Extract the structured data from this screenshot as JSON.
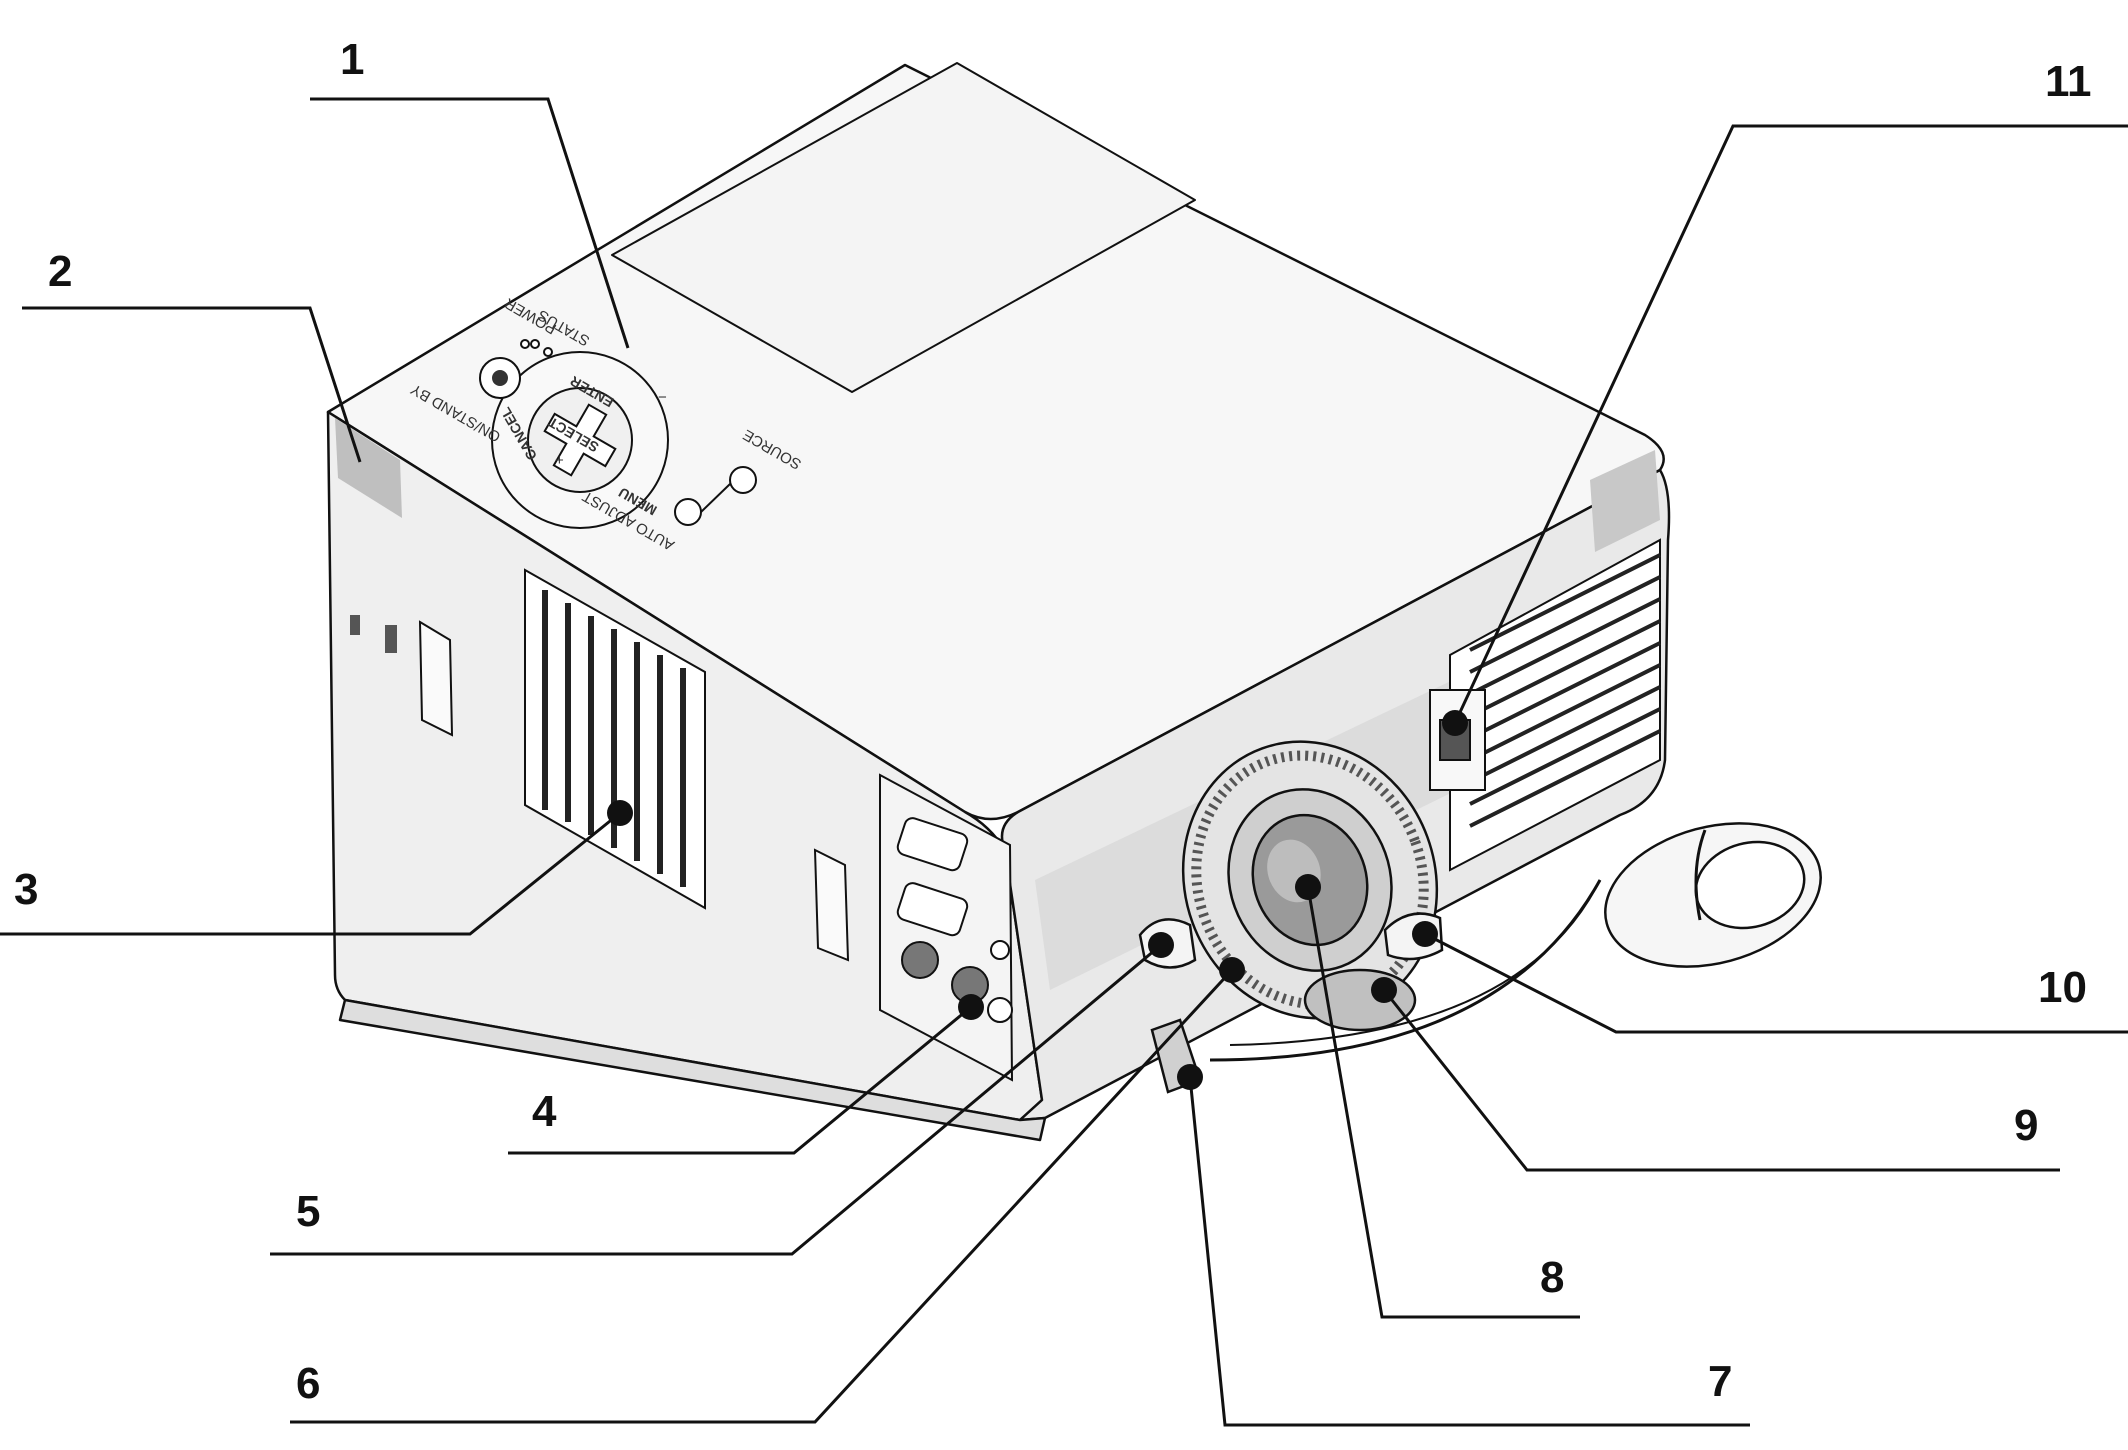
{
  "figure": {
    "type": "projector-parts-diagram",
    "callouts": [
      {
        "id": "1",
        "label": "1"
      },
      {
        "id": "2",
        "label": "2"
      },
      {
        "id": "3",
        "label": "3"
      },
      {
        "id": "4",
        "label": "4"
      },
      {
        "id": "5",
        "label": "5"
      },
      {
        "id": "6",
        "label": "6"
      },
      {
        "id": "7",
        "label": "7"
      },
      {
        "id": "8",
        "label": "8"
      },
      {
        "id": "9",
        "label": "9"
      },
      {
        "id": "10",
        "label": "10"
      },
      {
        "id": "11",
        "label": "11"
      }
    ],
    "panel_labels": {
      "on_standby": "ON/STAND BY",
      "status": "STATUS",
      "power": "POWER",
      "enter": "ENTER",
      "cancel": "CANCEL",
      "menu": "MENU",
      "select": "SELECT",
      "source": "SOURCE",
      "auto_adjust": "AUTO ADJUST",
      "plus": "+",
      "minus": "−"
    }
  },
  "colors": {
    "line": "#111111",
    "body": "#f2f2f2",
    "shade": "#d9d9d9",
    "dark": "#555555"
  }
}
